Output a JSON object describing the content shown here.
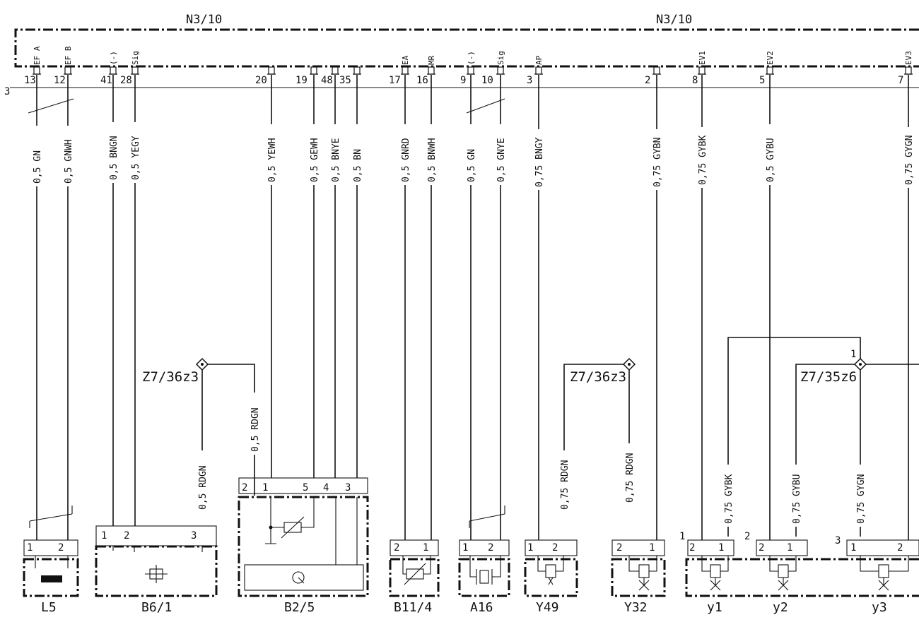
{
  "header": {
    "title_left": "N3/10",
    "title_right": "N3/10",
    "bus_label": "3"
  },
  "pins": [
    {
      "sig": "EF A",
      "num": "13"
    },
    {
      "sig": "EF B",
      "num": "12"
    },
    {
      "sig": "(-)",
      "num": "41"
    },
    {
      "sig": "Sig",
      "num": "28"
    },
    {
      "sig": "",
      "num": "20"
    },
    {
      "sig": "",
      "num": "19"
    },
    {
      "sig": "",
      "num": "48"
    },
    {
      "sig": "",
      "num": "35"
    },
    {
      "sig": "EA",
      "num": "17"
    },
    {
      "sig": "MR",
      "num": "16"
    },
    {
      "sig": "(-)",
      "num": "9"
    },
    {
      "sig": "Sig",
      "num": "10"
    },
    {
      "sig": "AP",
      "num": "3"
    },
    {
      "sig": "",
      "num": "2"
    },
    {
      "sig": "EV1",
      "num": "8"
    },
    {
      "sig": "EV2",
      "num": "5"
    },
    {
      "sig": "EV3",
      "num": "7"
    }
  ],
  "wires": [
    "0,5 GN",
    "0,5 GNWH",
    "0,5 BNGN",
    "0,5 YEGY",
    "0,5 YEWH",
    "0,5 GEWH",
    "0,5 BNYE",
    "0,5 BN",
    "0,5 GNRD",
    "0,5 BNWH",
    "0,5 GN",
    "0,5 GNYE",
    "0,75 BNGY",
    "0,75 GYBN",
    "0,75 GYBK",
    "0,5 GYBU",
    "0,75 GYGN"
  ],
  "lower_wires": [
    "0,5 RDGN",
    "0,5 RDGN",
    "0,75 RDGN",
    "0,75 RDGN",
    "0,75 GYBK",
    "0,75 GYBU",
    "0,75 GYGN"
  ],
  "splices": [
    "Z7/36z3",
    "Z7/36z3",
    "Z7/35z6"
  ],
  "splice_pin": "1",
  "components": [
    "L5",
    "B6/1",
    "B2/5",
    "B11/4",
    "A16",
    "Y49",
    "Y32",
    "y1",
    "y2",
    "y3"
  ],
  "connector_pins": {
    "l5": [
      "1",
      "2"
    ],
    "b61": [
      "1",
      "2",
      "3"
    ],
    "b25": [
      "2",
      "1",
      "5",
      "4",
      "3"
    ],
    "b114": [
      "2",
      "1"
    ],
    "a16": [
      "1",
      "2"
    ],
    "y49": [
      "1",
      "2"
    ],
    "y32": [
      "2",
      "1"
    ],
    "y1": [
      "2",
      "1"
    ],
    "y2": [
      "2",
      "1"
    ],
    "y3": [
      "1",
      "2"
    ]
  },
  "group_labels": [
    "1",
    "2",
    "3"
  ]
}
